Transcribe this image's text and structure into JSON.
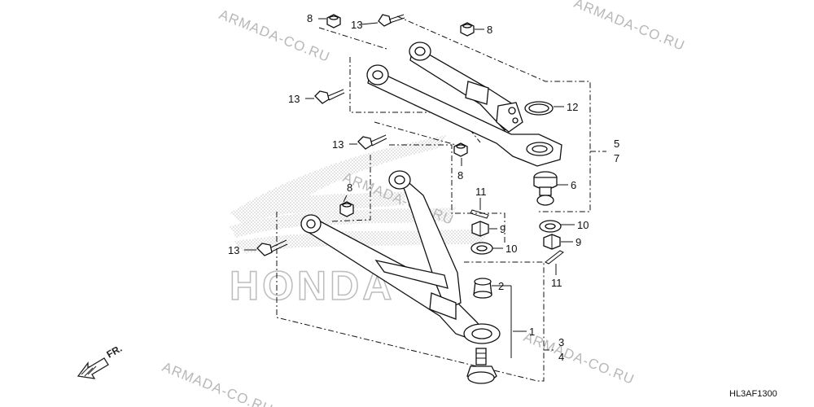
{
  "diagram_code": "HL3AF1300",
  "direction_label": "FR.",
  "watermark_text": "ARMADA-CO.RU",
  "logo_text": "HONDA",
  "callouts": {
    "c8_top_left": "8",
    "c13_top": "13",
    "c8_top_right": "8",
    "c13_upper_left": "13",
    "c12": "12",
    "c5": "5",
    "c7": "7",
    "c13_mid": "13",
    "c8_mid_right": "8",
    "c6": "6",
    "c8_mid_left": "8",
    "c11_left": "11",
    "c9_left": "9",
    "c10_right": "10",
    "c9_right": "9",
    "c13_lower_left": "13",
    "c10_left": "10",
    "c11_right": "11",
    "c2": "2",
    "c1": "1",
    "c3": "3",
    "c4": "4"
  },
  "colors": {
    "line": "#111111",
    "watermark": "#b8b8b8",
    "logo_dots": "#c4c4c4"
  }
}
